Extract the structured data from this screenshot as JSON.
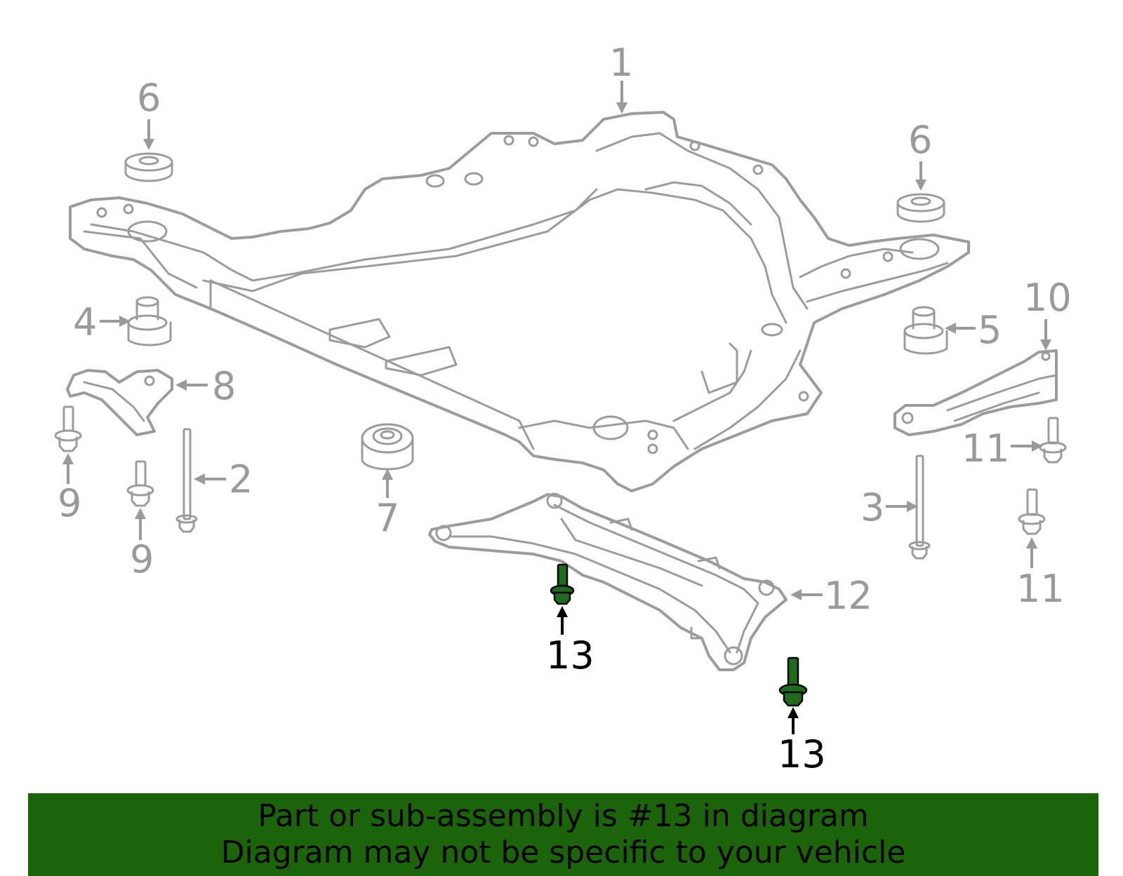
{
  "callouts": {
    "c1": "1",
    "c2": "2",
    "c3": "3",
    "c4": "4",
    "c5": "5",
    "c6a": "6",
    "c6b": "6",
    "c7": "7",
    "c8": "8",
    "c9a": "9",
    "c9b": "9",
    "c10": "10",
    "c11a": "11",
    "c11b": "11",
    "c12": "12",
    "c13a": "13",
    "c13b": "13"
  },
  "highlight": {
    "part_number": "13",
    "color": "#1e6b1e"
  },
  "banner": {
    "line1": "Part or sub-assembly is #13 in diagram",
    "line2": "Diagram may not be specific to your vehicle",
    "background": "#1b6409"
  }
}
